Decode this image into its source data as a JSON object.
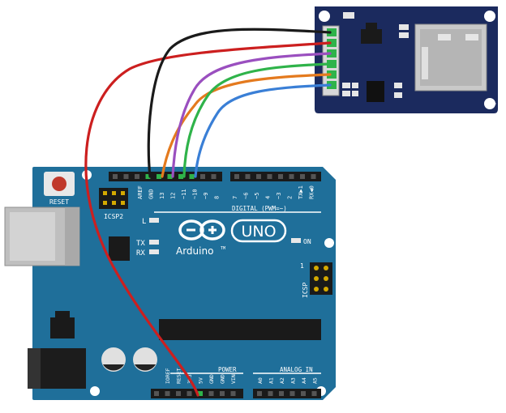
{
  "colors": {
    "uno_board": "#1f6f9a",
    "uno_edge": "#174f72",
    "sd_board": "#1b2a5e",
    "wire_red": "#cc1f1f",
    "wire_black": "#1a1a1a",
    "wire_orange": "#e47a1e",
    "wire_purple": "#9a4fbf",
    "wire_green": "#2fb34a",
    "wire_blue": "#3a7fd6",
    "header_pin_green": "#2fb34a",
    "usb_grey": "#bfbfbf",
    "jack_black": "#1c1c1c",
    "reset_red": "#c0392b"
  },
  "uno": {
    "reset_label": "RESET",
    "icsp2_label": "ICSP2",
    "digital_label": "DIGITAL (PWM=~)",
    "digital_pins": [
      "AREF",
      "GND",
      "13",
      "12",
      "~11",
      "~10",
      "~9",
      "8",
      "7",
      "~6",
      "~5",
      "4",
      "~3",
      "2",
      "TX▶1",
      "RX◀0"
    ],
    "led_l": "L",
    "led_tx": "TX",
    "led_rx": "RX",
    "on_label": "ON",
    "logo_text": "UNO",
    "brand": "Arduino",
    "tm": "TM",
    "icsp_label": "ICSP",
    "icsp_pin1": "1",
    "power_label": "POWER",
    "power_pins": [
      "IOREF",
      "RESET",
      "3V3",
      "5V",
      "GND",
      "GND",
      "VIN"
    ],
    "analog_label": "ANALOG IN",
    "analog_pins": [
      "A0",
      "A1",
      "A2",
      "A3",
      "A4",
      "A5"
    ]
  },
  "sd_module": {
    "icon": "sd-card-icon"
  },
  "wires": [
    "5V",
    "GND",
    "13",
    "12",
    "11",
    "10"
  ]
}
